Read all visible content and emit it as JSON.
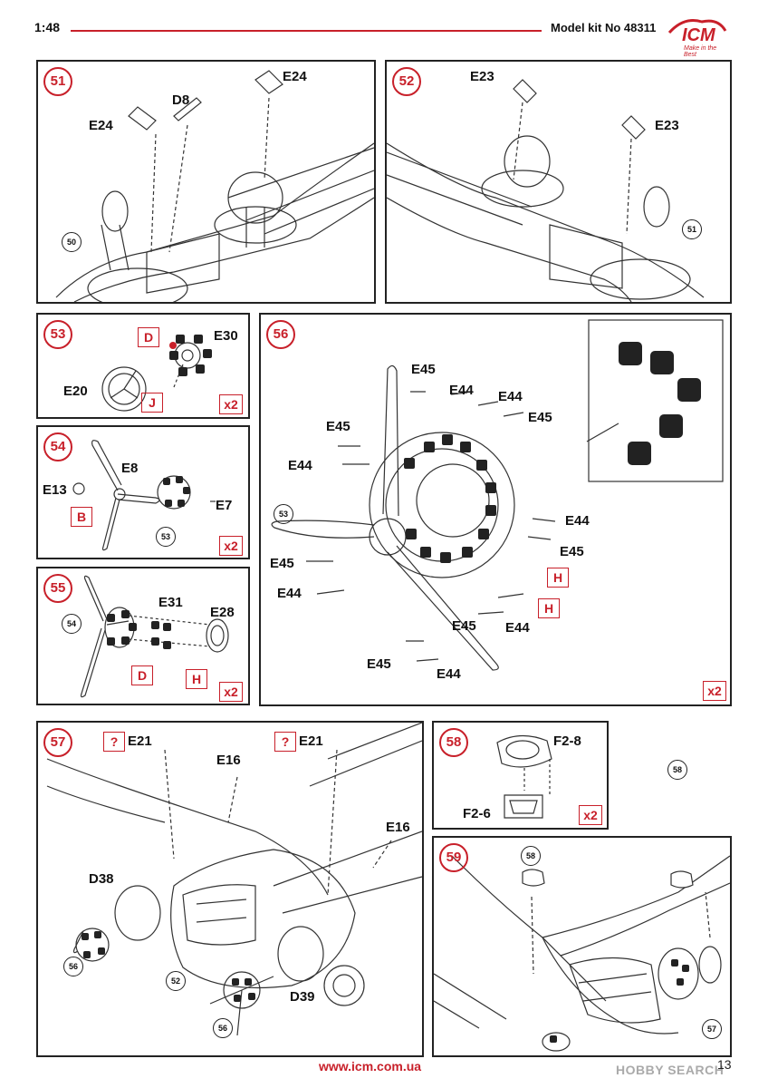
{
  "header": {
    "scale": "1:48",
    "kit": "Model kit No 48311",
    "brand": "ICM",
    "tagline": "Make in the Best"
  },
  "colors": {
    "accent": "#c8202a",
    "line": "#222222"
  },
  "steps": {
    "s51": {
      "num": "51",
      "labels": {
        "e24a": "E24",
        "d8": "D8",
        "e24b": "E24"
      },
      "refs": {
        "r50": "50"
      }
    },
    "s52": {
      "num": "52",
      "labels": {
        "e23a": "E23",
        "e23b": "E23"
      },
      "refs": {
        "r51": "51"
      }
    },
    "s53": {
      "num": "53",
      "labels": {
        "e30": "E30",
        "e20": "E20"
      },
      "tags": {
        "d": "D",
        "j": "J"
      },
      "mult": "x2"
    },
    "s54": {
      "num": "54",
      "labels": {
        "e8": "E8",
        "e13": "E13",
        "e7": "E7"
      },
      "tags": {
        "b": "B"
      },
      "refs": {
        "r53": "53"
      },
      "mult": "x2"
    },
    "s55": {
      "num": "55",
      "labels": {
        "e31": "E31",
        "e28": "E28"
      },
      "tags": {
        "d": "D",
        "h": "H"
      },
      "refs": {
        "r54": "54"
      },
      "mult": "x2"
    },
    "s56": {
      "num": "56",
      "labels": {
        "l1": "E45",
        "l2": "E44",
        "l3": "E44",
        "l4": "E45",
        "l5": "E45",
        "l6": "E44",
        "l7": "E44",
        "l8": "E45",
        "l9": "E45",
        "l10": "E44",
        "l11": "E45",
        "l12": "E44",
        "l13": "E45",
        "l14": "E44"
      },
      "tags": {
        "h1": "H",
        "h2": "H"
      },
      "refs": {
        "r53": "53"
      },
      "mult": "x2"
    },
    "s57": {
      "num": "57",
      "labels": {
        "e21a": "E21",
        "e21b": "E21",
        "e16a": "E16",
        "e16b": "E16",
        "d38": "D38",
        "d39": "D39"
      },
      "tags": {
        "q1": "?",
        "q2": "?"
      },
      "refs": {
        "r56a": "56",
        "r52": "52",
        "r56b": "56"
      }
    },
    "s58": {
      "num": "58",
      "labels": {
        "f28": "F2-8",
        "f26": "F2-6"
      },
      "mult": "x2"
    },
    "s59": {
      "num": "59",
      "refs": {
        "r58a": "58",
        "r58b": "58",
        "r57": "57"
      }
    }
  },
  "footer": {
    "url": "www.icm.com.ua",
    "page": "13",
    "watermark": "HOBBY SEARCH"
  }
}
